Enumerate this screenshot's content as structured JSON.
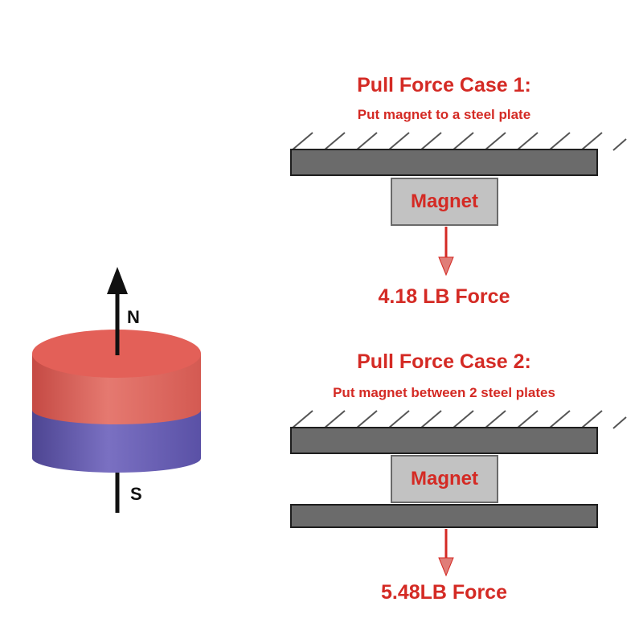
{
  "magnet_figure": {
    "north_label": "N",
    "south_label": "S",
    "colors": {
      "north": "#e0665e",
      "south": "#6b60b4",
      "axis": "#111111"
    }
  },
  "case1": {
    "title": "Pull Force Case 1:",
    "subtitle": "Put magnet to a steel plate",
    "magnet_label": "Magnet",
    "force_label": "4.18 LB Force"
  },
  "case2": {
    "title": "Pull Force Case 2:",
    "subtitle": "Put magnet between 2 steel plates",
    "magnet_label": "Magnet",
    "force_label": "5.48LB Force"
  },
  "colors": {
    "text_red": "#d42a24",
    "plate": "#6b6b6b",
    "magnet_box": "#c2c2c2",
    "arrow": "#d42a24"
  }
}
